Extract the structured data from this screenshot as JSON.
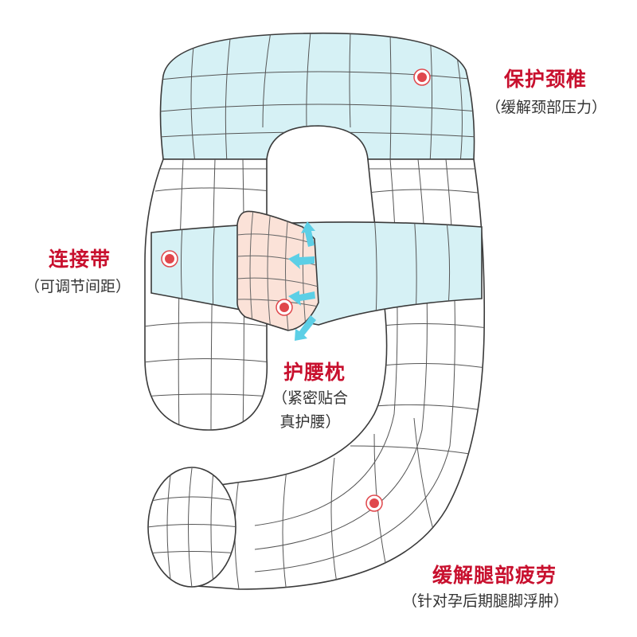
{
  "colors": {
    "accent": "#c8102e",
    "neck_fill": "#d6f1f5",
    "belt_fill": "#d6f1f5",
    "lumbar_fill": "#fbe2d8",
    "arrow": "#5ccfe6",
    "marker": "#e0474c",
    "outline": "#3a3a3a"
  },
  "labels": {
    "neck": {
      "title": "保护颈椎",
      "subtitle": "（缓解颈部压力）"
    },
    "belt": {
      "title": "连接带",
      "subtitle": "（可调节间距）"
    },
    "lumbar": {
      "title": "护腰枕",
      "subtitle": "（紧密贴合\n真护腰）"
    },
    "leg": {
      "title": "缓解腿部疲劳",
      "subtitle": "（针对孕后期腿脚浮肿）"
    }
  }
}
